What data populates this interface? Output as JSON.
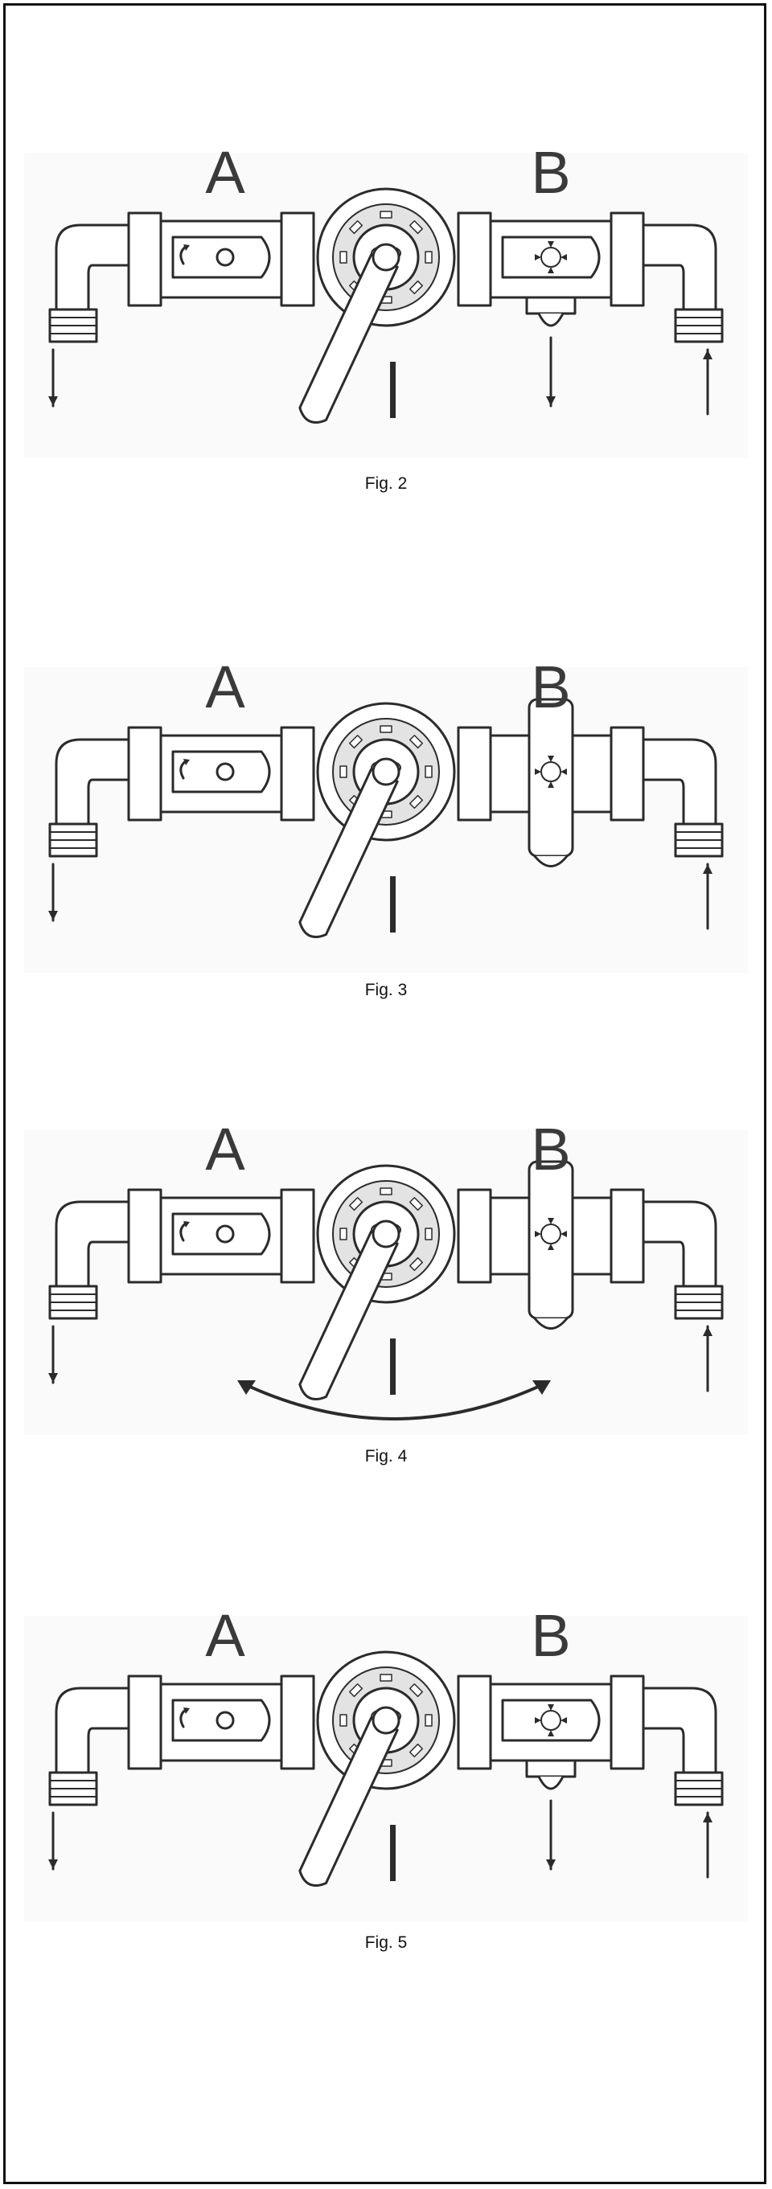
{
  "figures": [
    {
      "caption": "Fig. 2",
      "label_a": "A",
      "label_b": "B",
      "position_mark": "I",
      "handle_angle_deg": 25,
      "b_state": "sideways",
      "swing_arrow": false,
      "middle_down_arrow": true
    },
    {
      "caption": "Fig. 3",
      "label_a": "A",
      "label_b": "B",
      "position_mark": "I",
      "handle_angle_deg": 25,
      "b_state": "upright",
      "swing_arrow": false,
      "middle_down_arrow": false
    },
    {
      "caption": "Fig. 4",
      "label_a": "A",
      "label_b": "B",
      "position_mark": "I",
      "handle_angle_deg": 25,
      "b_state": "upright",
      "swing_arrow": true,
      "middle_down_arrow": false
    },
    {
      "caption": "Fig. 5",
      "label_a": "A",
      "label_b": "B",
      "position_mark": "I",
      "handle_angle_deg": 25,
      "b_state": "sideways",
      "swing_arrow": false,
      "middle_down_arrow": true
    }
  ],
  "colors": {
    "line": "#2b2b2b",
    "fill": "#ffffff",
    "shade": "#e9e9e9",
    "frame": "#111111"
  }
}
